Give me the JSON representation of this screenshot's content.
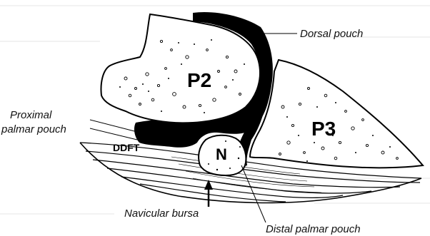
{
  "labels": {
    "p2": "P2",
    "p3": "P3",
    "navicular": "N",
    "ddft": "DDFT",
    "dorsal_pouch": "Dorsal pouch",
    "proximal_line1": "Proximal",
    "proximal_line2": "palmar pouch",
    "navicular_bursa": "Navicular bursa",
    "distal_palmar_pouch": "Distal palmar pouch"
  },
  "colors": {
    "ink": "#000000",
    "bone_fill": "#ffffff",
    "synovial_fill": "#000000",
    "background": "#ffffff"
  }
}
